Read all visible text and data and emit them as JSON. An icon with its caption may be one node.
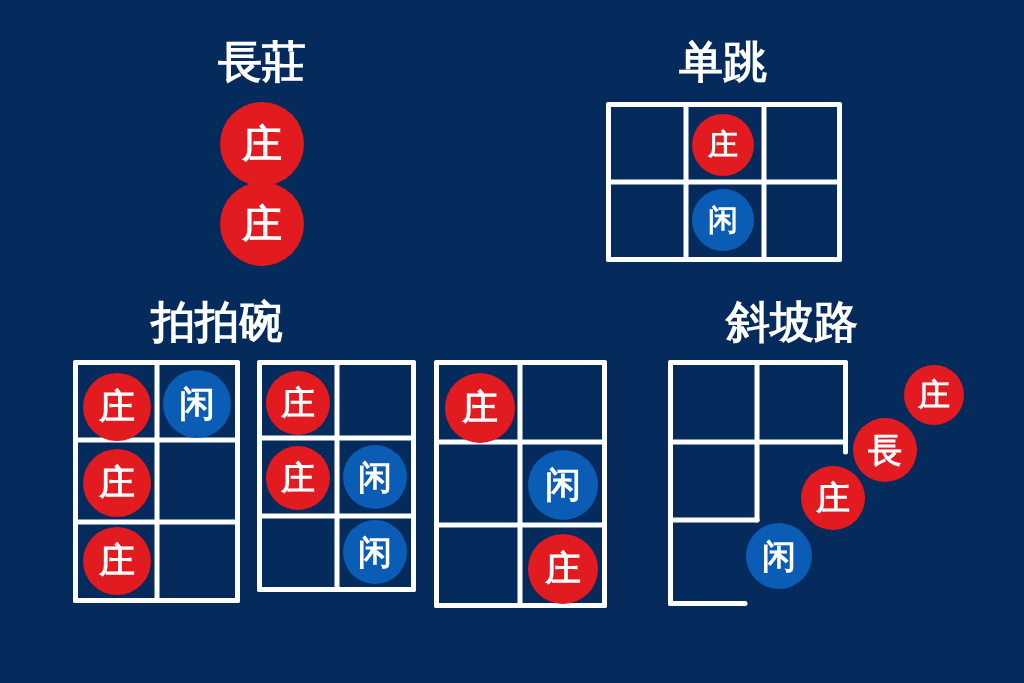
{
  "diagram": {
    "nodes": [
      {
        "text": [
          "庄"
        ]
      },
      {
        "text": [
          "庄"
        ]
      },
      {
        "text": [],
        "shape": "grid"
      },
      {
        "text": [
          "庄"
        ],
        "in": 2
      },
      {
        "text": [
          "闲"
        ],
        "in": 2
      },
      {
        "text": [],
        "shape": "grid"
      },
      {
        "text": [
          "庄"
        ],
        "in": 5
      },
      {
        "text": [
          "闲"
        ],
        "in": 5
      },
      {
        "text": [
          "庄"
        ],
        "in": 5
      },
      {
        "text": [
          "庄"
        ],
        "in": 5
      },
      {
        "text": [],
        "shape": "grid"
      },
      {
        "text": [
          "庄"
        ],
        "in": 10
      },
      {
        "text": [
          "庄"
        ],
        "in": 10
      },
      {
        "text": [
          "闲"
        ],
        "in": 10
      },
      {
        "text": [
          "闲"
        ],
        "in": 10
      },
      {
        "text": [],
        "shape": "grid"
      },
      {
        "text": [
          "庄"
        ],
        "in": 15
      },
      {
        "text": [
          "闲"
        ],
        "in": 15
      },
      {
        "text": [
          "庄"
        ],
        "in": 15
      },
      {
        "text": [],
        "shape": "grid"
      },
      {
        "text": [
          "庄"
        ]
      },
      {
        "text": [
          "長"
        ]
      },
      {
        "text": [
          "庄"
        ]
      },
      {
        "text": [
          "闲"
        ],
        "in": 19
      }
    ],
    "labels": [
      "長莊",
      "单跳",
      "拍拍碗",
      "斜坡路"
    ]
  }
}
